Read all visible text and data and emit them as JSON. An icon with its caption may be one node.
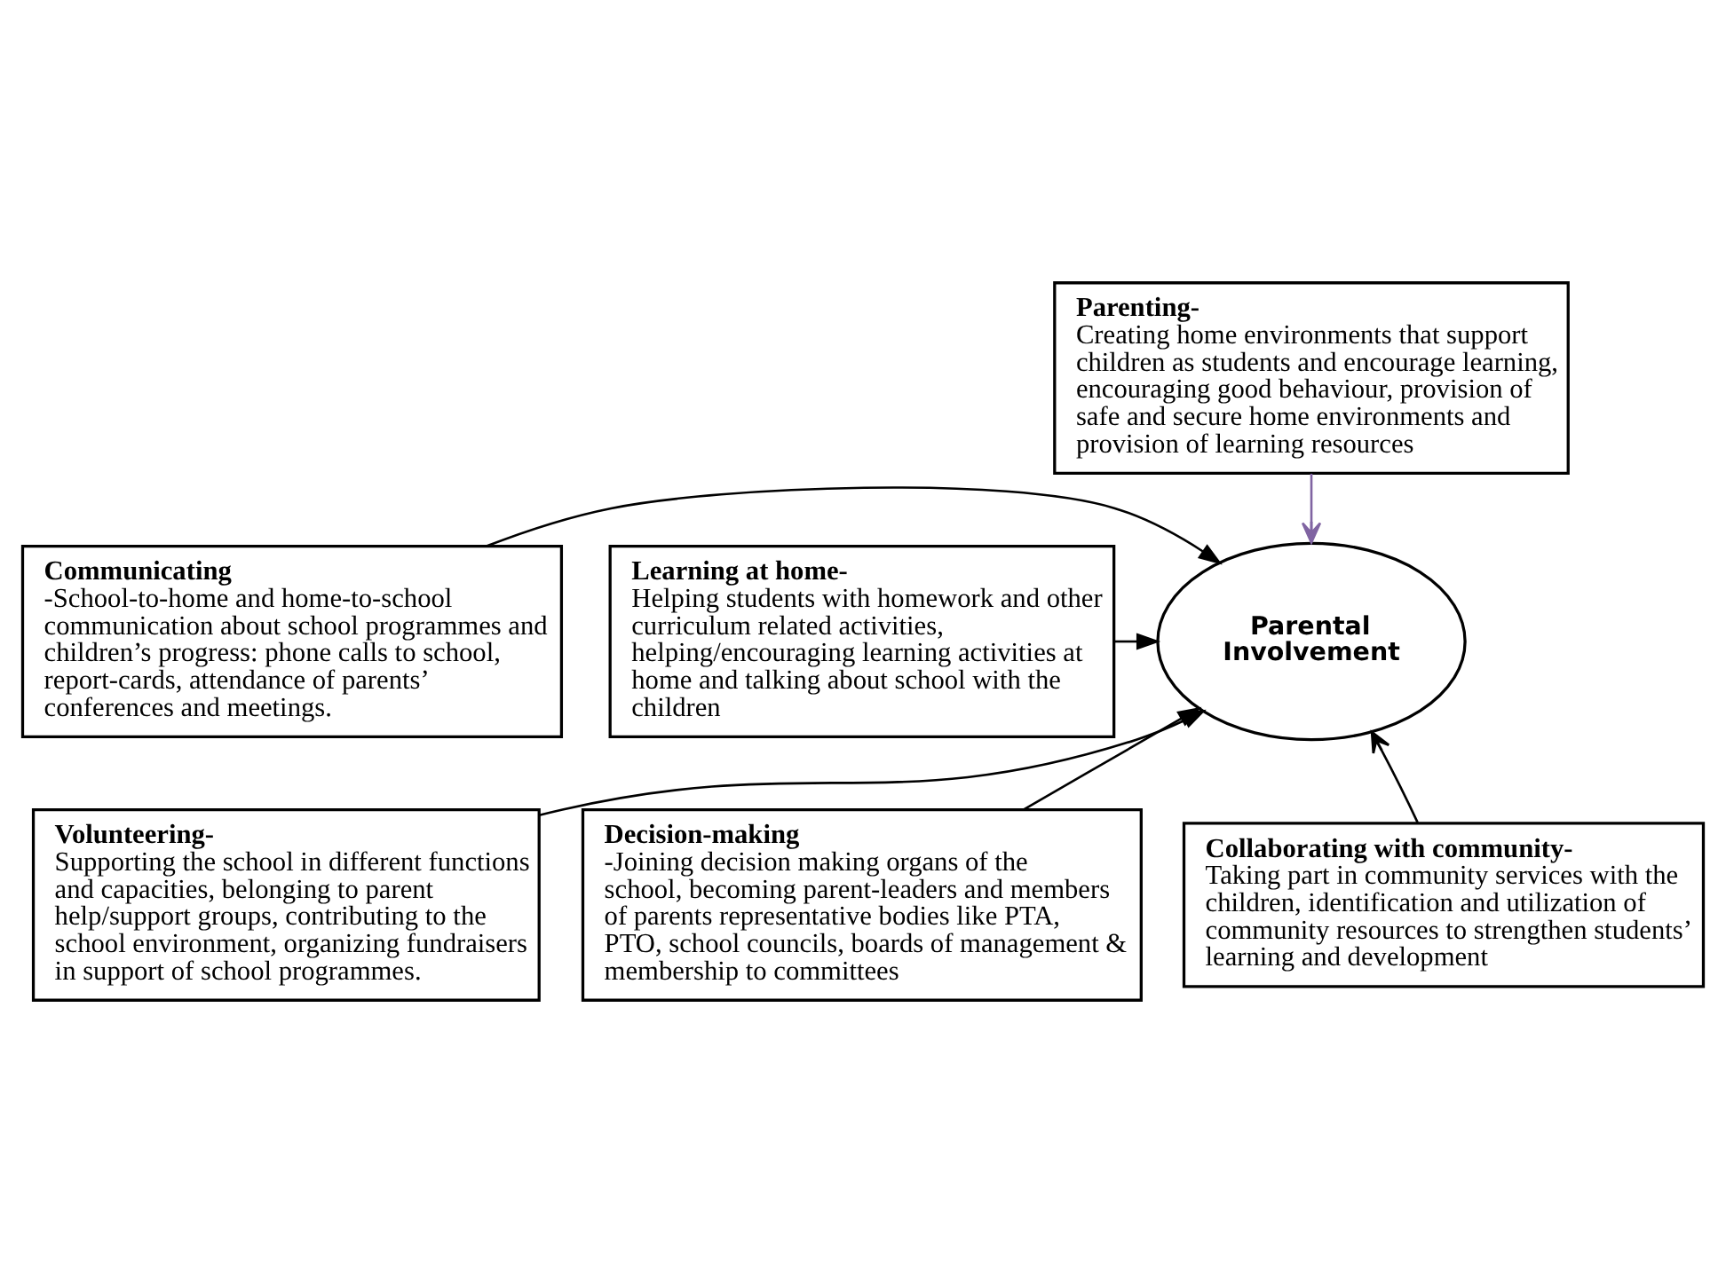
{
  "diagram": {
    "nodes": [
      {
        "text": [
          "Parenting-",
          "Creating home environments that support children as students and encourage learning, encouraging good behaviour, provision of safe and secure home environments and provision of learning resources"
        ]
      },
      {
        "text": [
          "Communicating",
          "-School-to-home and home-to-school communication about school programmes and children’s progress: phone calls to school, report-cards, attendance of parents’ conferences and meetings."
        ]
      },
      {
        "text": [
          "Learning at home-",
          "Helping students with homework and other curriculum related activities, helping/encouraging learning activities at home and talking about school with the children"
        ]
      },
      {
        "text": [
          "Parental Involvement"
        ]
      },
      {
        "text": [
          "Volunteering-",
          "Supporting the school in different functions and capacities, belonging to parent help/support groups, contributing to the school environment, organizing fundraisers in support of school programmes."
        ]
      },
      {
        "text": [
          "Decision-making",
          "-Joining decision making organs of the school, becoming parent-leaders and members of parents representative bodies like PTA, PTO, school councils, boards of management & membership to committees"
        ]
      },
      {
        "text": [
          "Collaborating with community-",
          "Taking part in community services with the children, identification and utilization of community resources to strengthen students’ learning and development"
        ]
      }
    ],
    "edges": [
      {
        "from": 0,
        "to": 3,
        "arrow": "to",
        "color": "#8064a2"
      },
      {
        "from": 1,
        "to": 3,
        "arrow": "to"
      },
      {
        "from": 2,
        "to": 3,
        "arrow": "to"
      },
      {
        "from": 4,
        "to": 3,
        "arrow": "to"
      },
      {
        "from": 5,
        "to": 3,
        "arrow": "to"
      },
      {
        "from": 6,
        "to": 3,
        "arrow": "to"
      }
    ]
  }
}
